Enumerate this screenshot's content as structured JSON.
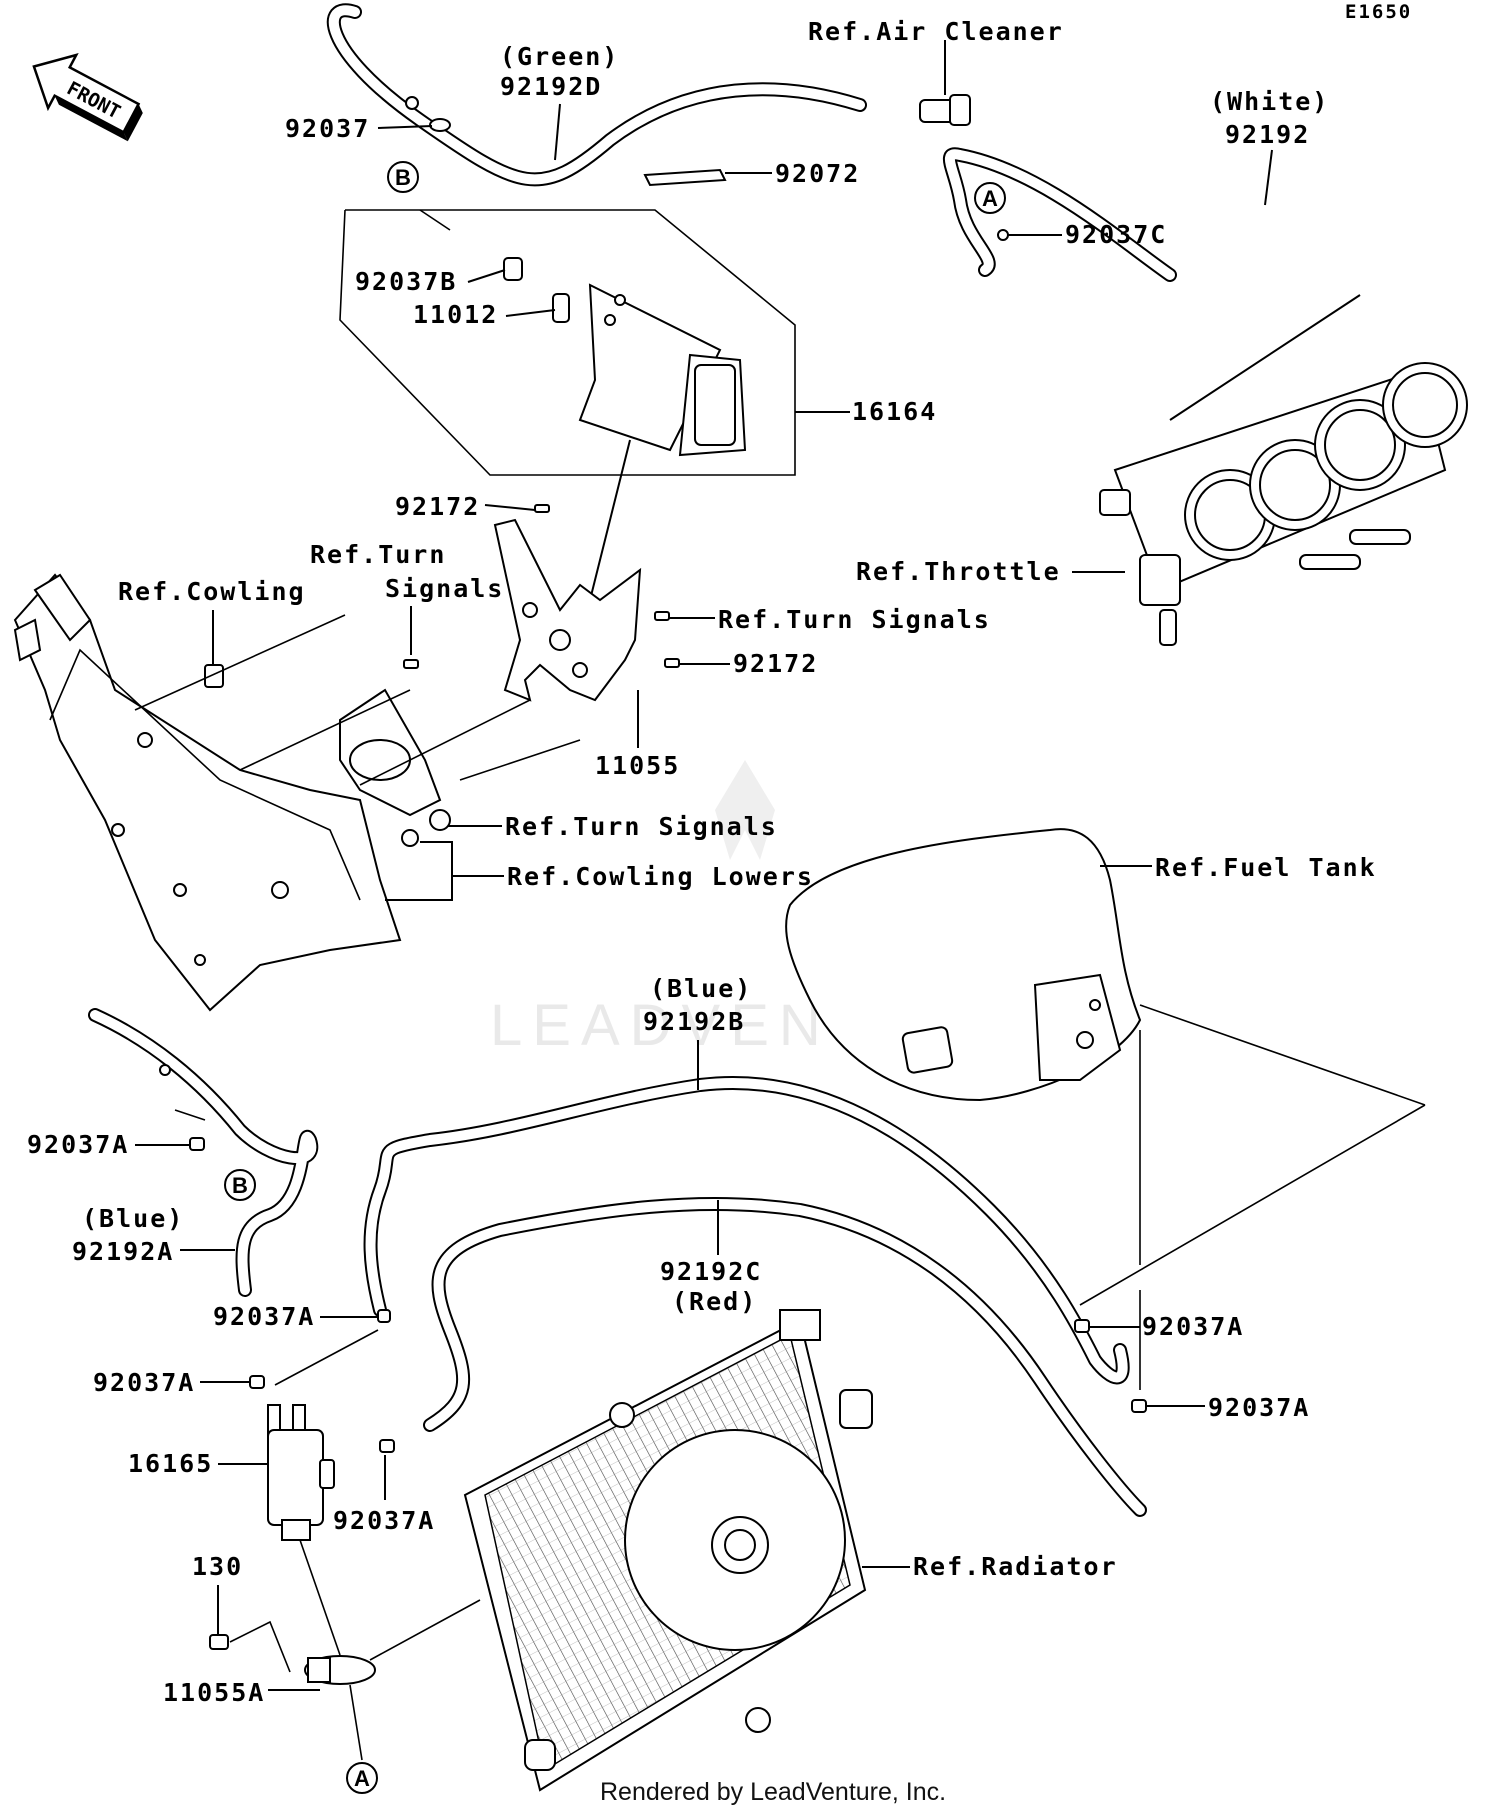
{
  "diagram_code": "E1650",
  "front_label": "FRONT",
  "footer": "Rendered by LeadVenture, Inc.",
  "watermark": "LEADVENTURE",
  "labels": {
    "ref_air_cleaner": "Ref.Air Cleaner",
    "green": "(Green)",
    "p92192D": "92192D",
    "p92037": "92037",
    "p92072": "92072",
    "white": "(White)",
    "p92192": "92192",
    "p92037C": "92037C",
    "p92037B": "92037B",
    "p11012": "11012",
    "p16164": "16164",
    "p92172_top": "92172",
    "ref_turn_1": "Ref.Turn",
    "signals_1": "Signals",
    "ref_cowling": "Ref.Cowling",
    "ref_throttle": "Ref.Throttle",
    "ref_turn_signals_2": "Ref.Turn Signals",
    "p92172_mid": "92172",
    "p11055": "11055",
    "ref_turn_signals_3": "Ref.Turn Signals",
    "ref_cowling_lowers": "Ref.Cowling Lowers",
    "ref_fuel_tank": "Ref.Fuel Tank",
    "blue_b": "(Blue)",
    "p92192B": "92192B",
    "p92037A_1": "92037A",
    "blue_a": "(Blue)",
    "p92192A": "92192A",
    "p92192C": "92192C",
    "red": "(Red)",
    "p92037A_2": "92037A",
    "p92037A_3": "92037A",
    "p92037A_4": "92037A",
    "p92037A_5": "92037A",
    "p16165": "16165",
    "p92037A_6": "92037A",
    "ref_radiator": "Ref.Radiator",
    "p130": "130",
    "p11055A": "11055A"
  },
  "callouts": {
    "A": "A",
    "B": "B"
  }
}
